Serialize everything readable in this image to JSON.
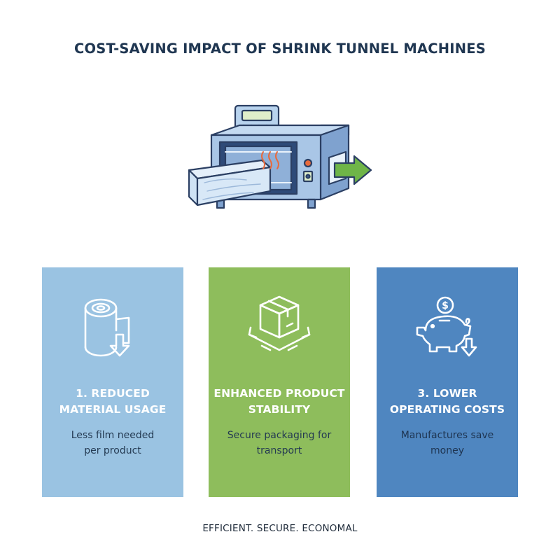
{
  "title": "COST-SAVING IMPACT OF SHRINK TUNNEL MACHINES",
  "colors": {
    "title": "#1f3651",
    "card_1": "#9ac3e2",
    "card_2": "#8ebd5c",
    "card_3": "#4f86c0",
    "machine_body": "#a9c6e6",
    "arrow": "#6fb548",
    "heat_waves": "#e86a3c"
  },
  "illustration": {
    "icon": "shrink-tunnel-machine-icon"
  },
  "cards": [
    {
      "icon": "film-roll-icon",
      "heading_lines": [
        "1. REDUCED",
        "MATERIAL USAGE"
      ],
      "desc_lines": [
        "Less film needed",
        "per product"
      ]
    },
    {
      "icon": "box-stability-icon",
      "heading_lines": [
        "ENHANCED PRODUCT",
        "STABILITY"
      ],
      "desc_lines": [
        "Secure packaging for",
        "transport"
      ]
    },
    {
      "icon": "piggy-bank-icon",
      "heading_lines": [
        "3. LOWER",
        "OPERATING COSTS"
      ],
      "desc_lines": [
        "Manufactures save",
        "money"
      ]
    }
  ],
  "footer": "EFFICIENT. SECURE. ECONOMAL"
}
